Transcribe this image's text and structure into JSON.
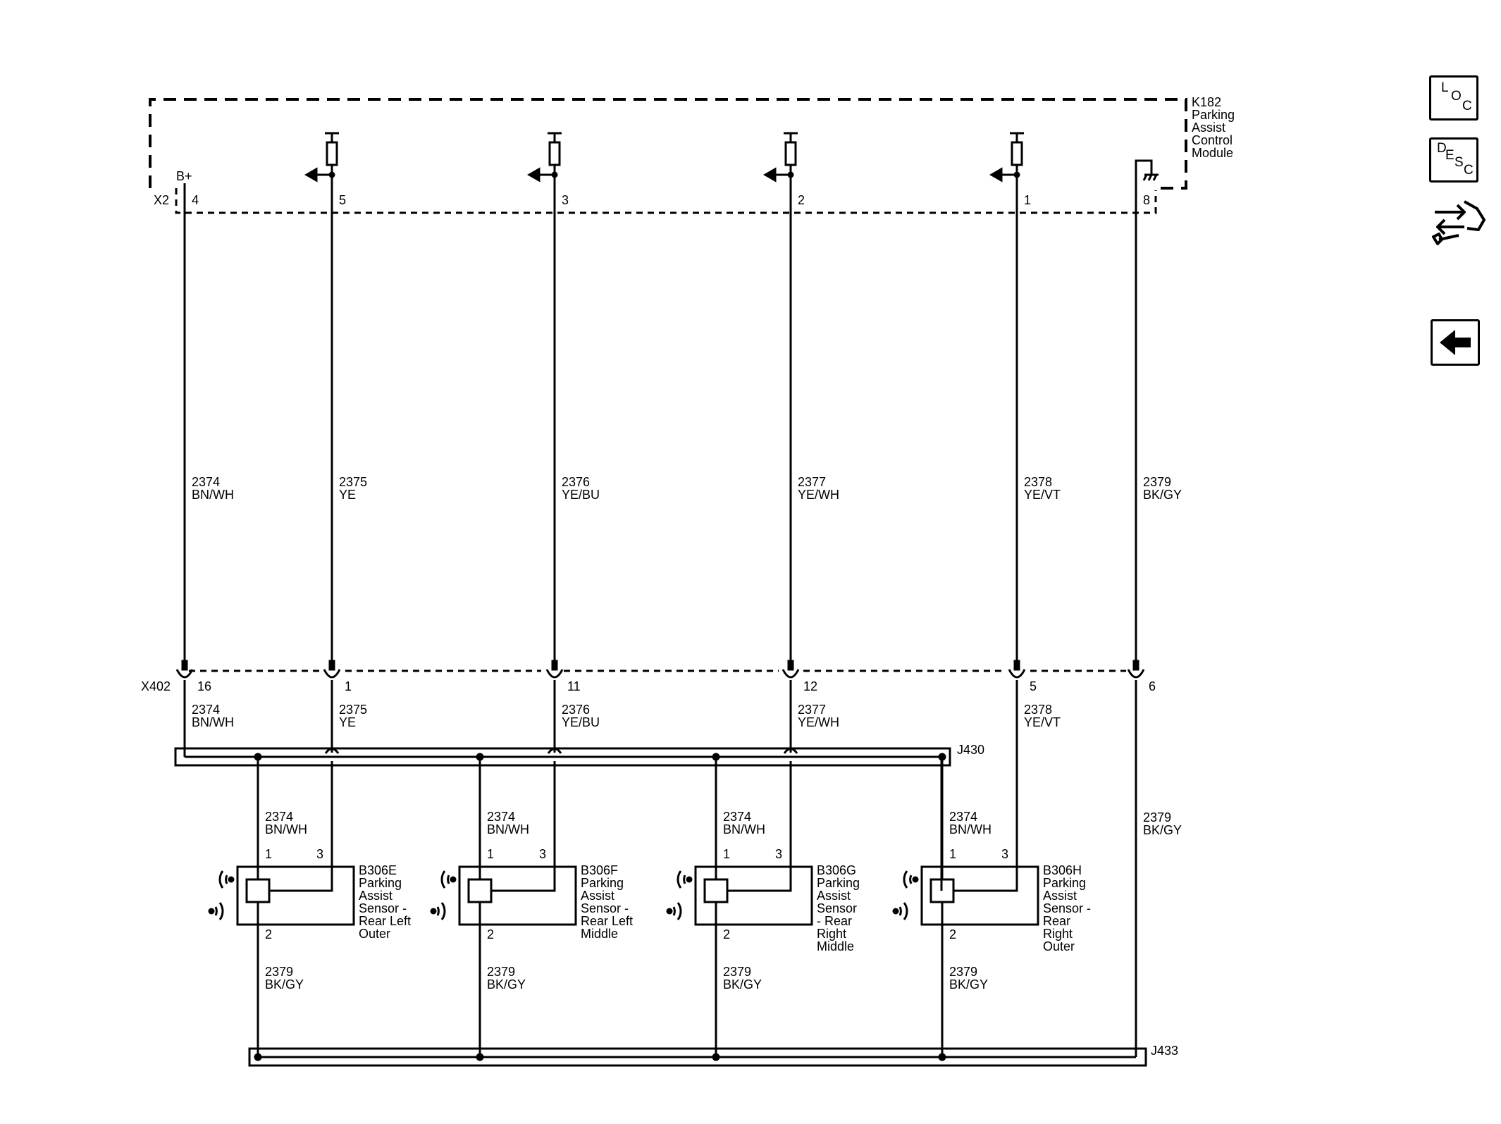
{
  "module": {
    "id": "K182",
    "name_lines": [
      "Parking",
      "Assist",
      "Control",
      "Module"
    ],
    "supply_label": "B+",
    "connector": "X2"
  },
  "inline_connector": "X402",
  "wires": [
    {
      "circuit": "2374",
      "color": "BN/WH",
      "module_pin": "4",
      "inline_pin": "16"
    },
    {
      "circuit": "2375",
      "color": "YE",
      "module_pin": "5",
      "inline_pin": "1"
    },
    {
      "circuit": "2376",
      "color": "YE/BU",
      "module_pin": "3",
      "inline_pin": "11"
    },
    {
      "circuit": "2377",
      "color": "YE/WH",
      "module_pin": "2",
      "inline_pin": "12"
    },
    {
      "circuit": "2378",
      "color": "YE/VT",
      "module_pin": "1",
      "inline_pin": "5"
    },
    {
      "circuit": "2379",
      "color": "BK/GY",
      "module_pin": "8",
      "inline_pin": "6"
    }
  ],
  "splices": {
    "top": "J430",
    "bottom": "J433"
  },
  "sensors": [
    {
      "id": "B306E",
      "name_lines": [
        "Parking",
        "Assist",
        "Sensor -",
        "Rear Left",
        "Outer"
      ],
      "pin_supply": "1",
      "pin_signal": "3",
      "pin_ground": "2",
      "supply_circuit": "2374",
      "supply_color": "BN/WH",
      "ground_circuit": "2379",
      "ground_color": "BK/GY"
    },
    {
      "id": "B306F",
      "name_lines": [
        "Parking",
        "Assist",
        "Sensor -",
        "Rear Left",
        "Middle"
      ],
      "pin_supply": "1",
      "pin_signal": "3",
      "pin_ground": "2",
      "supply_circuit": "2374",
      "supply_color": "BN/WH",
      "ground_circuit": "2379",
      "ground_color": "BK/GY"
    },
    {
      "id": "B306G",
      "name_lines": [
        "Parking",
        "Assist",
        "Sensor",
        "- Rear",
        "Right",
        "Middle"
      ],
      "pin_supply": "1",
      "pin_signal": "3",
      "pin_ground": "2",
      "supply_circuit": "2374",
      "supply_color": "BN/WH",
      "ground_circuit": "2379",
      "ground_color": "BK/GY"
    },
    {
      "id": "B306H",
      "name_lines": [
        "Parking",
        "Assist",
        "Sensor -",
        "Rear",
        "Right",
        "Outer"
      ],
      "pin_supply": "1",
      "pin_signal": "3",
      "pin_ground": "2",
      "supply_circuit": "2374",
      "supply_color": "BN/WH",
      "ground_circuit": "2379",
      "ground_color": "BK/GY"
    }
  ],
  "ground_wire": {
    "circuit": "2379",
    "color": "BK/GY"
  },
  "nav": {
    "loc": [
      "L",
      "O",
      "C"
    ],
    "desc": [
      "D",
      "E",
      "S",
      "C"
    ]
  },
  "colors": {
    "line": "#000000",
    "background": "#ffffff"
  }
}
